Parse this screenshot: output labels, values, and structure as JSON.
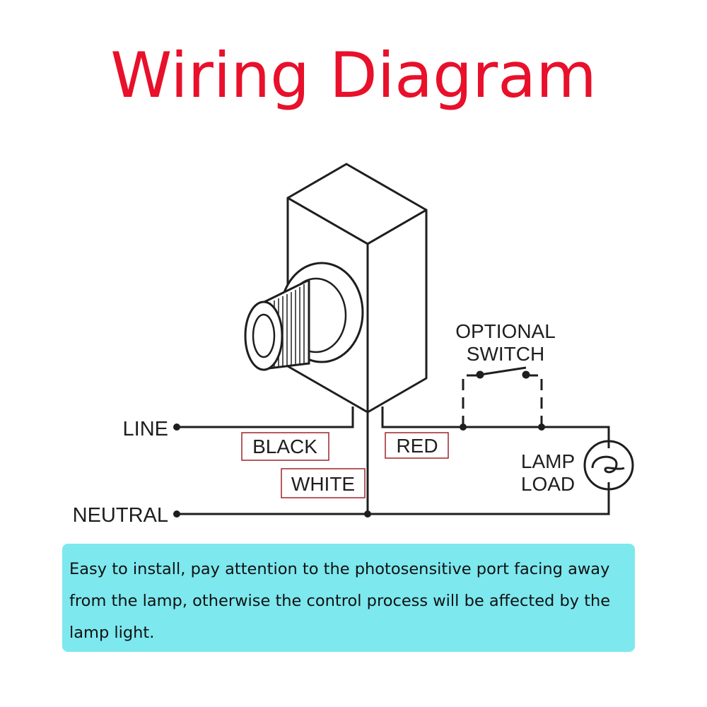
{
  "title": "Wiring Diagram",
  "colors": {
    "title": "#e8102a",
    "line": "#1e1e1e",
    "label_border": "#a0242a",
    "note_bg": "#7de8ee"
  },
  "diagram": {
    "terminals": {
      "line": "LINE",
      "neutral": "NEUTRAL"
    },
    "wires": {
      "black": "BLACK",
      "white": "WHITE",
      "red": "RED"
    },
    "optional_switch": [
      "OPTIONAL",
      "SWITCH"
    ],
    "lamp_load": [
      "LAMP",
      "LOAD"
    ]
  },
  "note": "Easy to install, pay attention to the photosensitive port facing away from the lamp, otherwise the control process will be affected by the lamp light."
}
